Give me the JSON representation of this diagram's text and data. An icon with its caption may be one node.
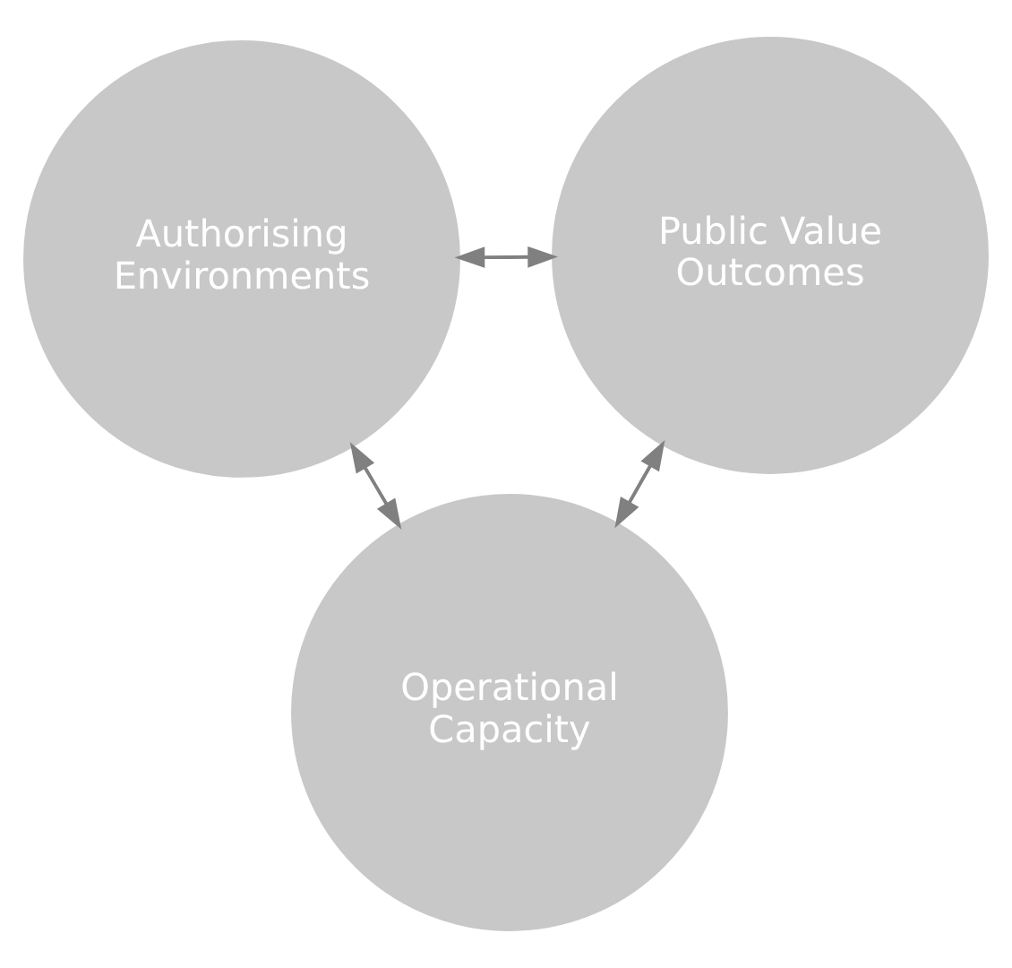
{
  "diagram": {
    "nodes": [
      {
        "text": [
          "Authorising Environments"
        ]
      },
      {
        "text": [
          "Public Value Outcomes"
        ]
      },
      {
        "text": [
          "Operational Capacity"
        ]
      }
    ],
    "edges": [
      {
        "from": 0,
        "to": 1,
        "arrow": "both"
      },
      {
        "from": 0,
        "to": 2,
        "arrow": "both"
      },
      {
        "from": 1,
        "to": 2,
        "arrow": "both"
      }
    ]
  }
}
